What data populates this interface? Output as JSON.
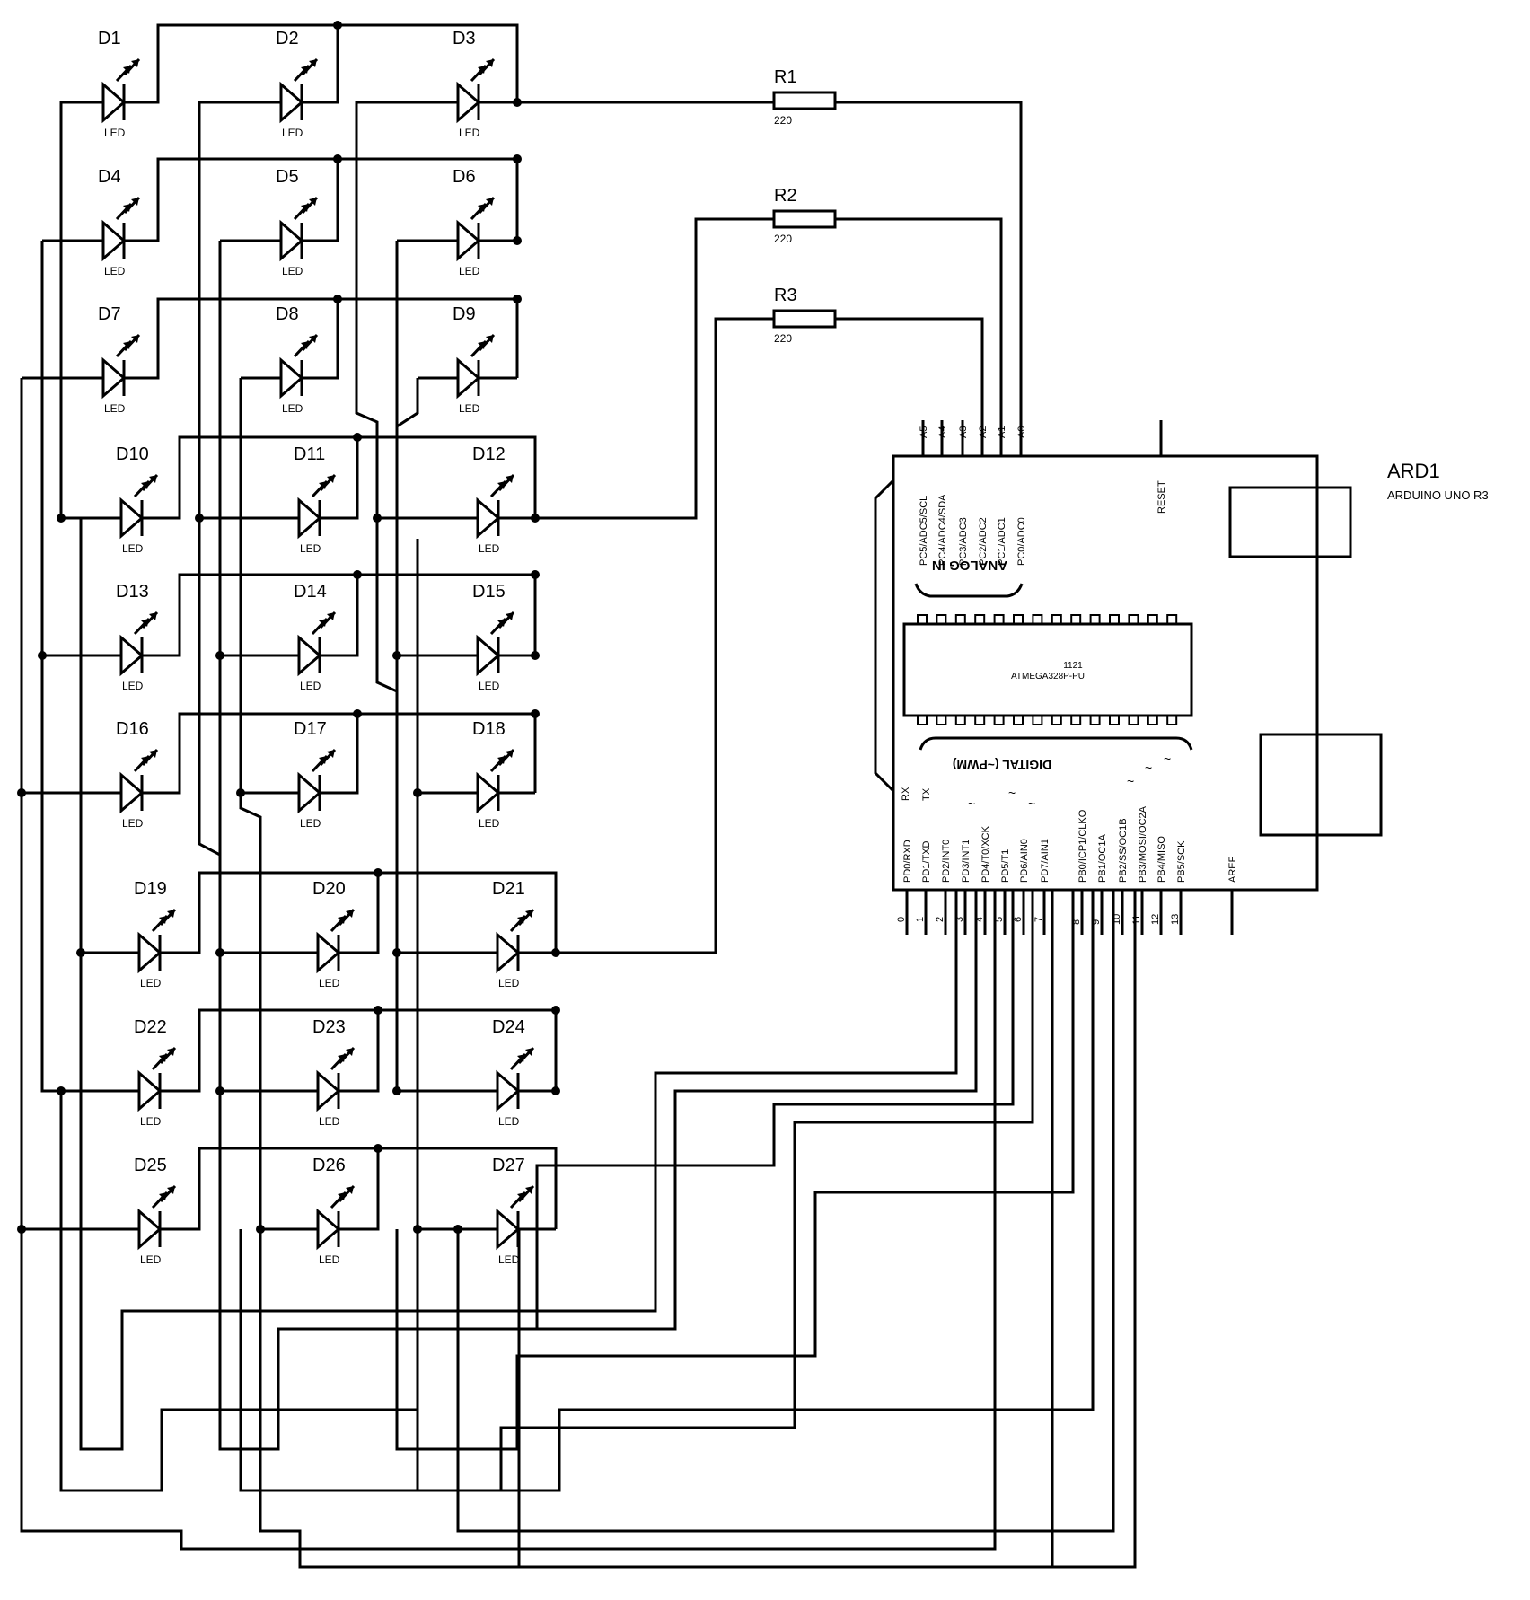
{
  "diodes": [
    {
      "name": "D1",
      "type": "LED"
    },
    {
      "name": "D2",
      "type": "LED"
    },
    {
      "name": "D3",
      "type": "LED"
    },
    {
      "name": "D4",
      "type": "LED"
    },
    {
      "name": "D5",
      "type": "LED"
    },
    {
      "name": "D6",
      "type": "LED"
    },
    {
      "name": "D7",
      "type": "LED"
    },
    {
      "name": "D8",
      "type": "LED"
    },
    {
      "name": "D9",
      "type": "LED"
    },
    {
      "name": "D10",
      "type": "LED"
    },
    {
      "name": "D11",
      "type": "LED"
    },
    {
      "name": "D12",
      "type": "LED"
    },
    {
      "name": "D13",
      "type": "LED"
    },
    {
      "name": "D14",
      "type": "LED"
    },
    {
      "name": "D15",
      "type": "LED"
    },
    {
      "name": "D16",
      "type": "LED"
    },
    {
      "name": "D17",
      "type": "LED"
    },
    {
      "name": "D18",
      "type": "LED"
    },
    {
      "name": "D19",
      "type": "LED"
    },
    {
      "name": "D20",
      "type": "LED"
    },
    {
      "name": "D21",
      "type": "LED"
    },
    {
      "name": "D22",
      "type": "LED"
    },
    {
      "name": "D23",
      "type": "LED"
    },
    {
      "name": "D24",
      "type": "LED"
    },
    {
      "name": "D25",
      "type": "LED"
    },
    {
      "name": "D26",
      "type": "LED"
    },
    {
      "name": "D27",
      "type": "LED"
    }
  ],
  "resistors": [
    {
      "name": "R1",
      "value": "220"
    },
    {
      "name": "R2",
      "value": "220"
    },
    {
      "name": "R3",
      "value": "220"
    }
  ],
  "arduino": {
    "ref": "ARD1",
    "model": "ARDUINO UNO R3",
    "chip_line1": "1121",
    "chip_line2": "ATMEGA328P-PU",
    "analog_in": "ANALOG IN",
    "digital": "DIGITAL (~PWM)",
    "reset": "RESET",
    "aref": "AREF",
    "rx": "RX",
    "tx": "TX",
    "tilde": "~",
    "top_pins": [
      "A5",
      "A4",
      "A3",
      "A2",
      "A1",
      "A0"
    ],
    "top_pin_names": [
      "PC5/ADC5/SCL",
      "PC4/ADC4/SDA",
      "PC3/ADC3",
      "PC2/ADC2",
      "PC1/ADC1",
      "PC0/ADC0"
    ],
    "bottom_pins_left": [
      "0",
      "1",
      "2",
      "3",
      "4",
      "5",
      "6",
      "7"
    ],
    "bottom_names_left": [
      "PD0/RXD",
      "PD1/TXD",
      "PD2/INT0",
      "PD3/INT1",
      "PD4/T0/XCK",
      "PD5/T1",
      "PD6/AIN0",
      "PD7/AIN1"
    ],
    "bottom_pins_right": [
      "8",
      "9",
      "10",
      "11",
      "12",
      "13"
    ],
    "bottom_names_right": [
      "PB0/ICP1/CLKO",
      "PB1/OC1A",
      "PB2/SS/OC1B",
      "PB3/MOSI/OC2A",
      "PB4/MISO",
      "PB5/SCK"
    ]
  }
}
